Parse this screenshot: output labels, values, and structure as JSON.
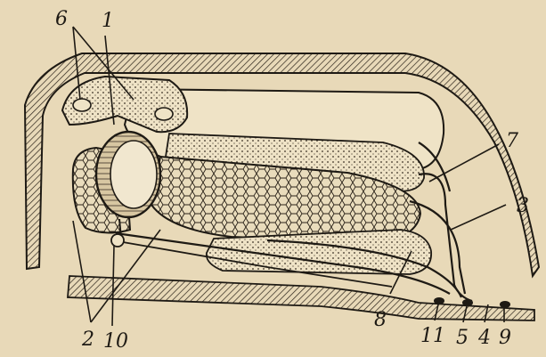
{
  "labels": {
    "l1": "1",
    "l2": "2",
    "l3": "3",
    "l4": "4",
    "l5": "5",
    "l6": "6",
    "l7": "7",
    "l8": "8",
    "l9": "9",
    "l10": "10",
    "l11": "11"
  },
  "colors": {
    "paper": "#e8d9b8",
    "ink": "#1e1a14",
    "fill_light": "#efe3c6",
    "fill_dark": "#c9b58e"
  }
}
